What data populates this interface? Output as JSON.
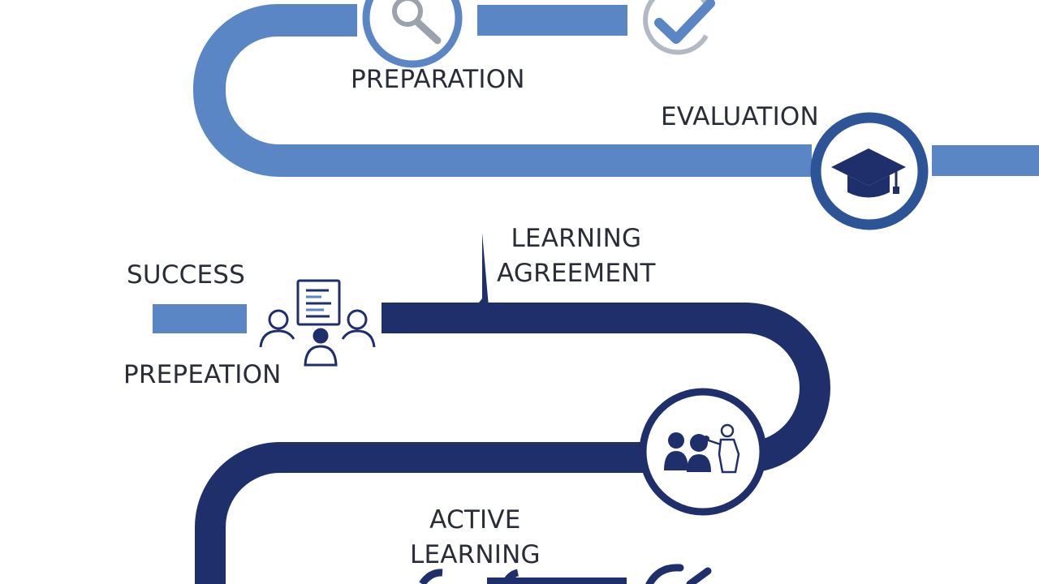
{
  "stages": {
    "preparation": "PREPARATION",
    "evaluation": "EVALUATION",
    "learning_agreement": [
      "LEARNING",
      "AGREEMENT"
    ],
    "success": "SUCCESS",
    "prepeation": "PREPEATION",
    "active_learning": [
      "ACTIVE",
      "LEARNING"
    ]
  },
  "icons": {
    "preparation": "magnifier-icon",
    "checkmark": "checkmark-icon",
    "evaluation": "graduation-cap-icon",
    "success": "team-document-icon",
    "learning_agreement": "group-presenter-icon",
    "active_learning": "checkmark-icon"
  },
  "colors": {
    "path_light": "#5b86c6",
    "path_dark": "#1f2f6b",
    "icon_gray": "#9aa3ad",
    "text": "#2a2d38"
  }
}
